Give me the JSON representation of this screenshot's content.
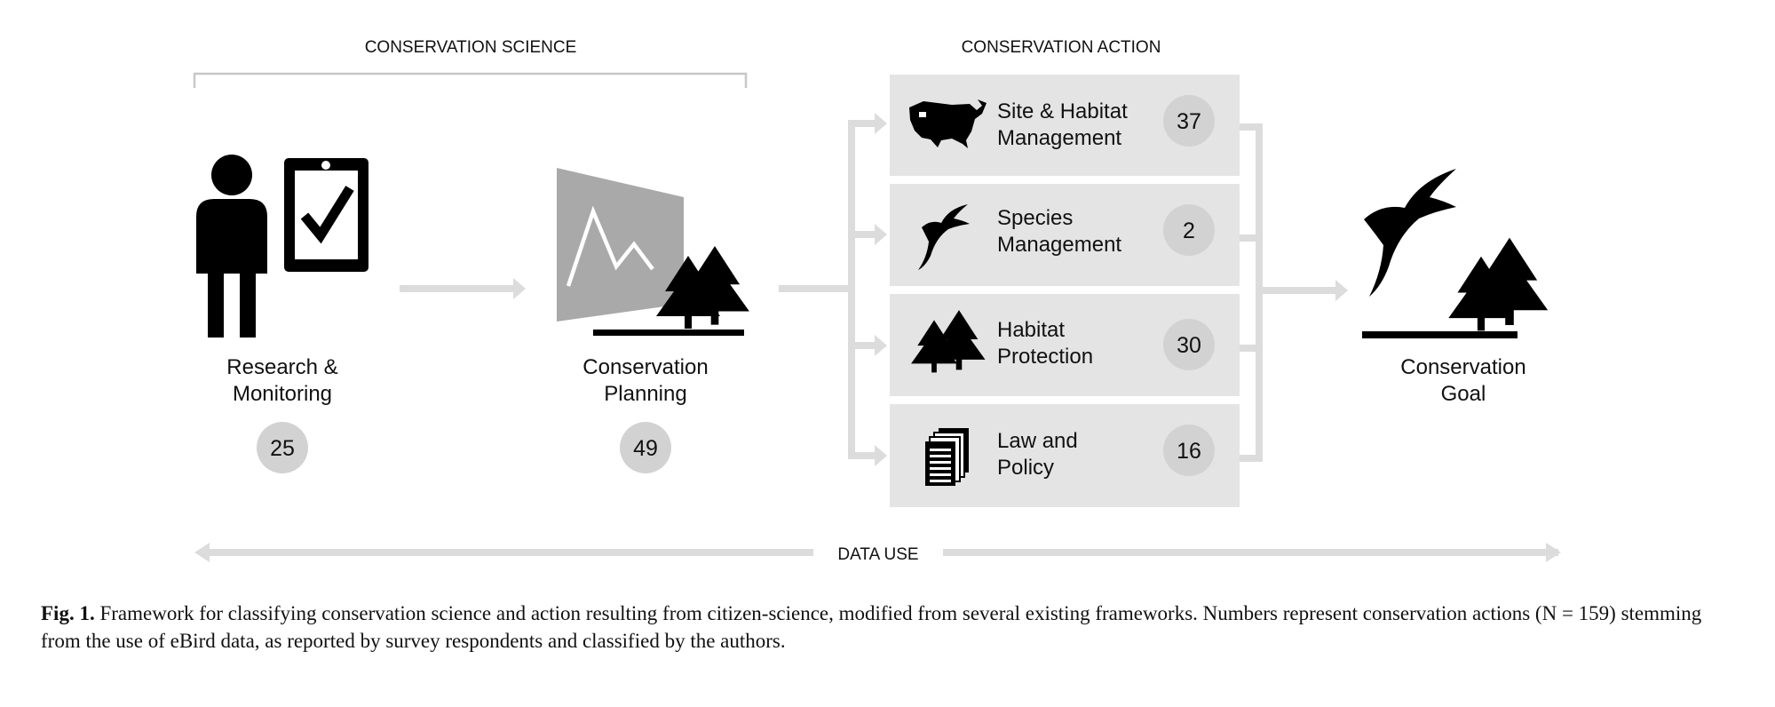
{
  "sections": {
    "science_title": "CONSERVATION SCIENCE",
    "action_title": "CONSERVATION ACTION"
  },
  "stages": {
    "research": {
      "line1": "Research &",
      "line2": "Monitoring",
      "count": "25"
    },
    "planning": {
      "line1": "Conservation",
      "line2": "Planning",
      "count": "49"
    },
    "goal": {
      "line1": "Conservation",
      "line2": "Goal"
    }
  },
  "actions": [
    {
      "line1": "Site & Habitat",
      "line2": "Management",
      "count": "37",
      "icon": "usa-map-icon"
    },
    {
      "line1": "Species",
      "line2": "Management",
      "count": "2",
      "icon": "bird-icon"
    },
    {
      "line1": "Habitat",
      "line2": "Protection",
      "count": "30",
      "icon": "trees-icon"
    },
    {
      "line1": "Law and",
      "line2": "Policy",
      "count": "16",
      "icon": "documents-icon"
    }
  ],
  "data_use_label": "DATA USE",
  "caption": {
    "label": "Fig. 1.",
    "text": " Framework for classifying conservation science and action resulting from citizen-science, modified from several existing frameworks. Numbers represent conservation actions (N = 159) stemming from the use of eBird data, as reported by survey respondents and classified by the authors."
  },
  "colors": {
    "badge": "#d2d2d2",
    "panel": "#e4e4e4",
    "arrow": "#dcdcdc",
    "bracket": "#c8c8c8",
    "screen": "#a9a9a9",
    "icon": "#000000"
  }
}
